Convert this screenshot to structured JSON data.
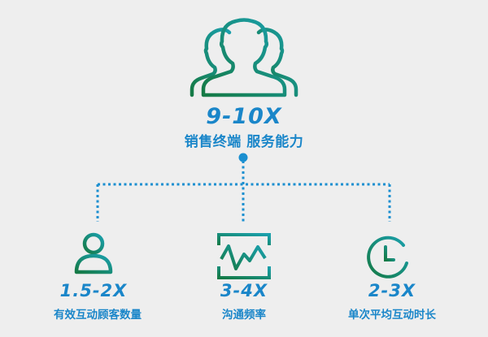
{
  "colors": {
    "background": "#eeeeee",
    "text_blue": "#1a86c9",
    "connector_blue": "#1a8fd0",
    "icon_gradient_start": "#157a45",
    "icon_gradient_end": "#1aa0ad"
  },
  "root": {
    "icon": "people-group-icon",
    "value": "9-10X",
    "label": "销售终端 服务能力"
  },
  "children": [
    {
      "icon": "person-badge-icon",
      "value": "1.5-2X",
      "label": "有效互动顾客数量"
    },
    {
      "icon": "pulse-monitor-icon",
      "value": "3-4X",
      "label": "沟通频率"
    },
    {
      "icon": "clock-icon",
      "value": "2-3X",
      "label": "单次平均互动时长"
    }
  ]
}
